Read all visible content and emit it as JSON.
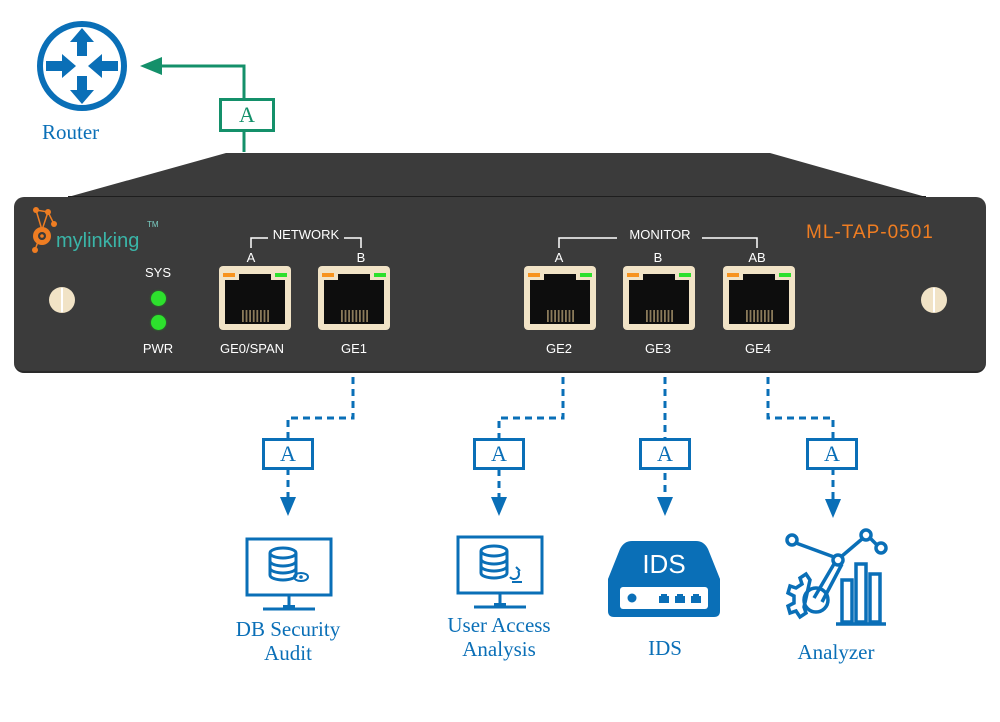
{
  "router": {
    "label": "Router",
    "link_tag": "A"
  },
  "device": {
    "brand": "mylinking",
    "trademark": "TM",
    "model": "ML-TAP-0501",
    "indicators": [
      {
        "label": "SYS",
        "state": "on",
        "color": "#2de02d"
      },
      {
        "label": "PWR",
        "state": "on",
        "color": "#2de02d"
      }
    ],
    "groups": {
      "network": {
        "label": "NETWORK",
        "sides": [
          "A",
          "B"
        ]
      },
      "monitor": {
        "label": "MONITOR",
        "sides": [
          "A",
          "B",
          "AB"
        ]
      }
    },
    "ports": [
      {
        "name": "GE0/SPAN",
        "side": "A",
        "group": "NETWORK"
      },
      {
        "name": "GE1",
        "side": "B",
        "group": "NETWORK"
      },
      {
        "name": "GE2",
        "side": "A",
        "group": "MONITOR"
      },
      {
        "name": "GE3",
        "side": "B",
        "group": "MONITOR"
      },
      {
        "name": "GE4",
        "side": "AB",
        "group": "MONITOR"
      }
    ]
  },
  "outputs": [
    {
      "label_line1": "DB Security",
      "label_line2": "Audit",
      "tag": "A",
      "from_port": "GE1",
      "icon": "db-security-monitor-icon"
    },
    {
      "label_line1": "User Access",
      "label_line2": "Analysis",
      "tag": "A",
      "from_port": "GE2",
      "icon": "user-access-monitor-icon"
    },
    {
      "label_line1": "IDS",
      "label_line2": "",
      "tag": "A",
      "from_port": "GE3",
      "icon": "ids-appliance-icon",
      "icon_text": "IDS"
    },
    {
      "label_line1": "Analyzer",
      "label_line2": "",
      "tag": "A",
      "from_port": "GE4",
      "icon": "analyzer-icon"
    }
  ],
  "colors": {
    "accent_blue": "#0a6fb7",
    "link_green": "#14906a",
    "panel": "#3b3b3b",
    "brand_orange": "#ef7d22",
    "brand_teal": "#3ab5a8"
  }
}
